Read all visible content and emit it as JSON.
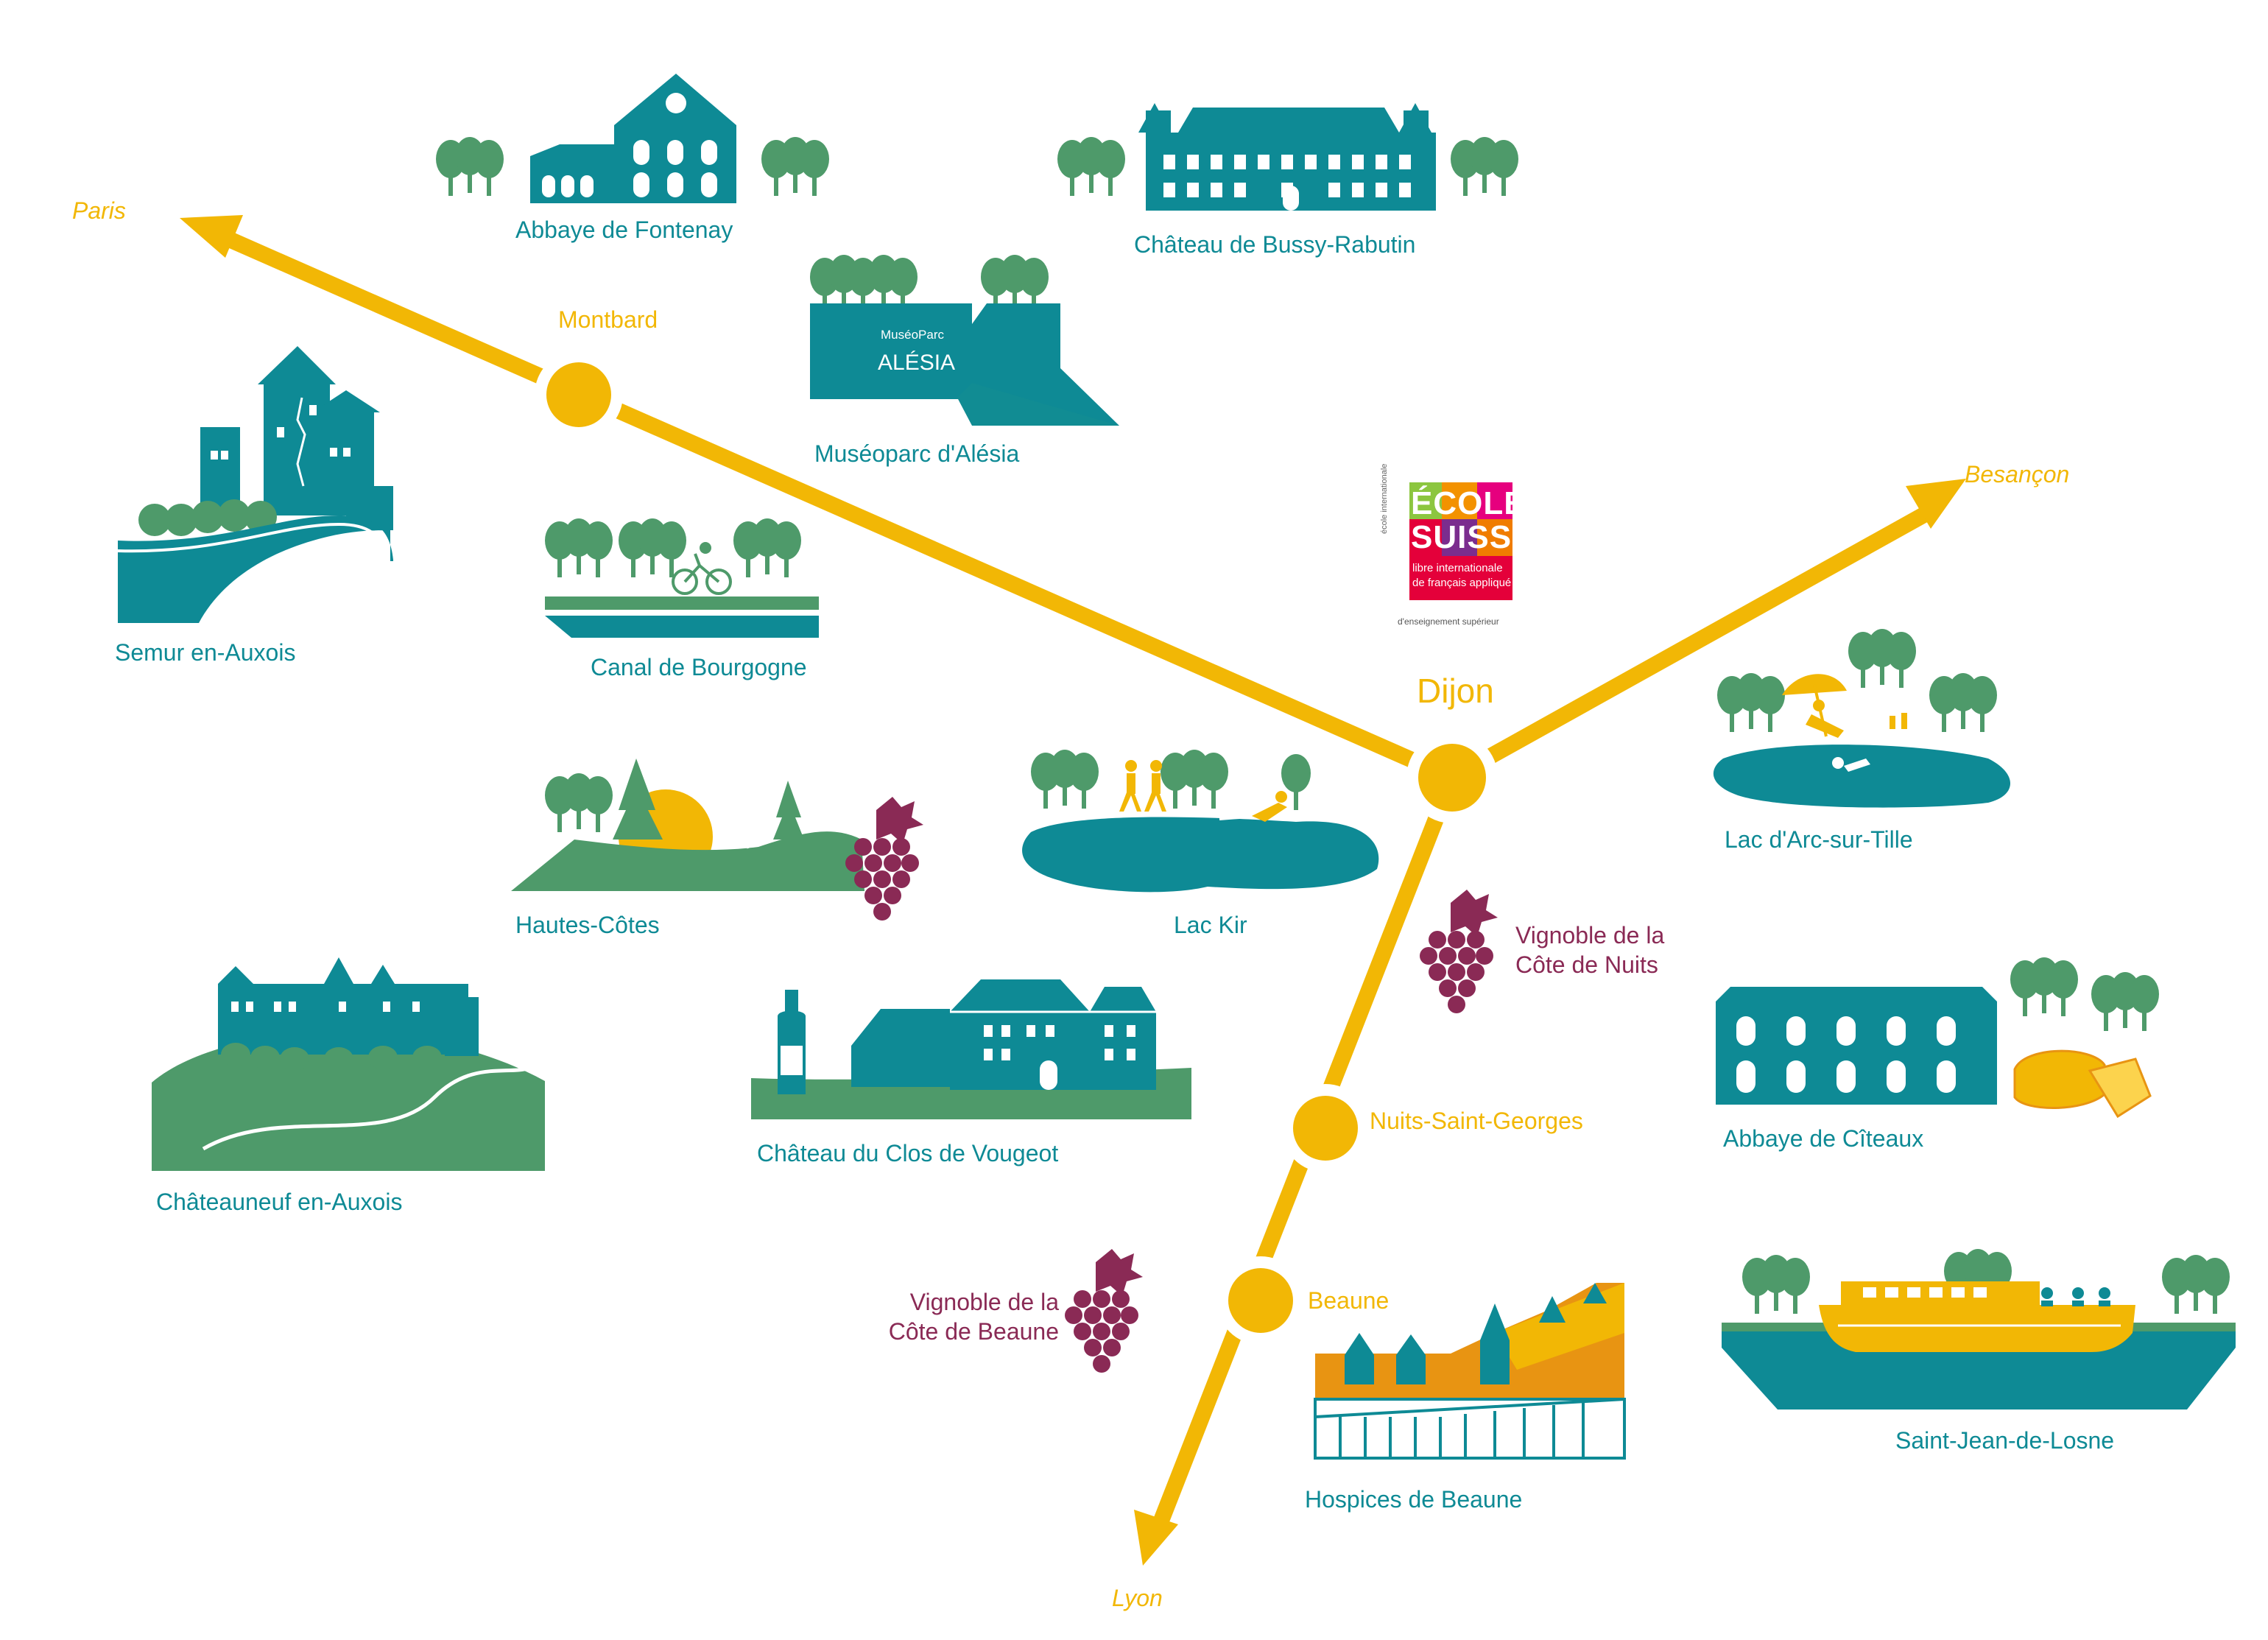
{
  "colors": {
    "teal": "#0E8A95",
    "green": "#4E9A6A",
    "gold": "#F2B705",
    "orange": "#E89412",
    "wine": "#8A2A55"
  },
  "routes": {
    "paris": "Paris",
    "besancon": "Besançon",
    "lyon": "Lyon"
  },
  "stops": {
    "montbard": "Montbard",
    "dijon": "Dijon",
    "nuits": "Nuits-Saint-Georges",
    "beaune": "Beaune"
  },
  "places": {
    "fontenay": "Abbaye de Fontenay",
    "bussy": "Château de Bussy-Rabutin",
    "alesia": "Muséoparc d'Alésia",
    "semur": "Semur en-Auxois",
    "canal": "Canal de Bourgogne",
    "hautes_cotes": "Hautes-Côtes",
    "lac_kir": "Lac Kir",
    "arc_sur_tille": "Lac d'Arc-sur-Tille",
    "chateauneuf": "Châteauneuf en-Auxois",
    "vougeot": "Château du Clos de Vougeot",
    "citeaux": "Abbaye de Cîteaux",
    "hospices": "Hospices de Beaune",
    "saint_jean": "Saint-Jean-de-Losne"
  },
  "vineyards": {
    "nuits": "Vignoble de la Côte de Nuits",
    "beaune": "Vignoble  de la Côte de Beaune"
  },
  "museoparc_sign": {
    "small": "MuséoParc",
    "big": "ALÉSIA"
  },
  "logo": {
    "line1": "ÉCOLE",
    "line2": "SUISSE",
    "sub1": "libre internationale",
    "sub2": "de français appliqué",
    "foot": "d'enseignement supérieur",
    "side": "école internationale"
  },
  "icons": [
    "tree-icon",
    "grape-icon",
    "castle-icon",
    "abbey-icon",
    "boat-icon",
    "cyclist-icon",
    "hiker-icon",
    "swimmer-icon",
    "cheese-icon",
    "wine-bottle-icon",
    "sun-icon",
    "parasol-icon"
  ]
}
